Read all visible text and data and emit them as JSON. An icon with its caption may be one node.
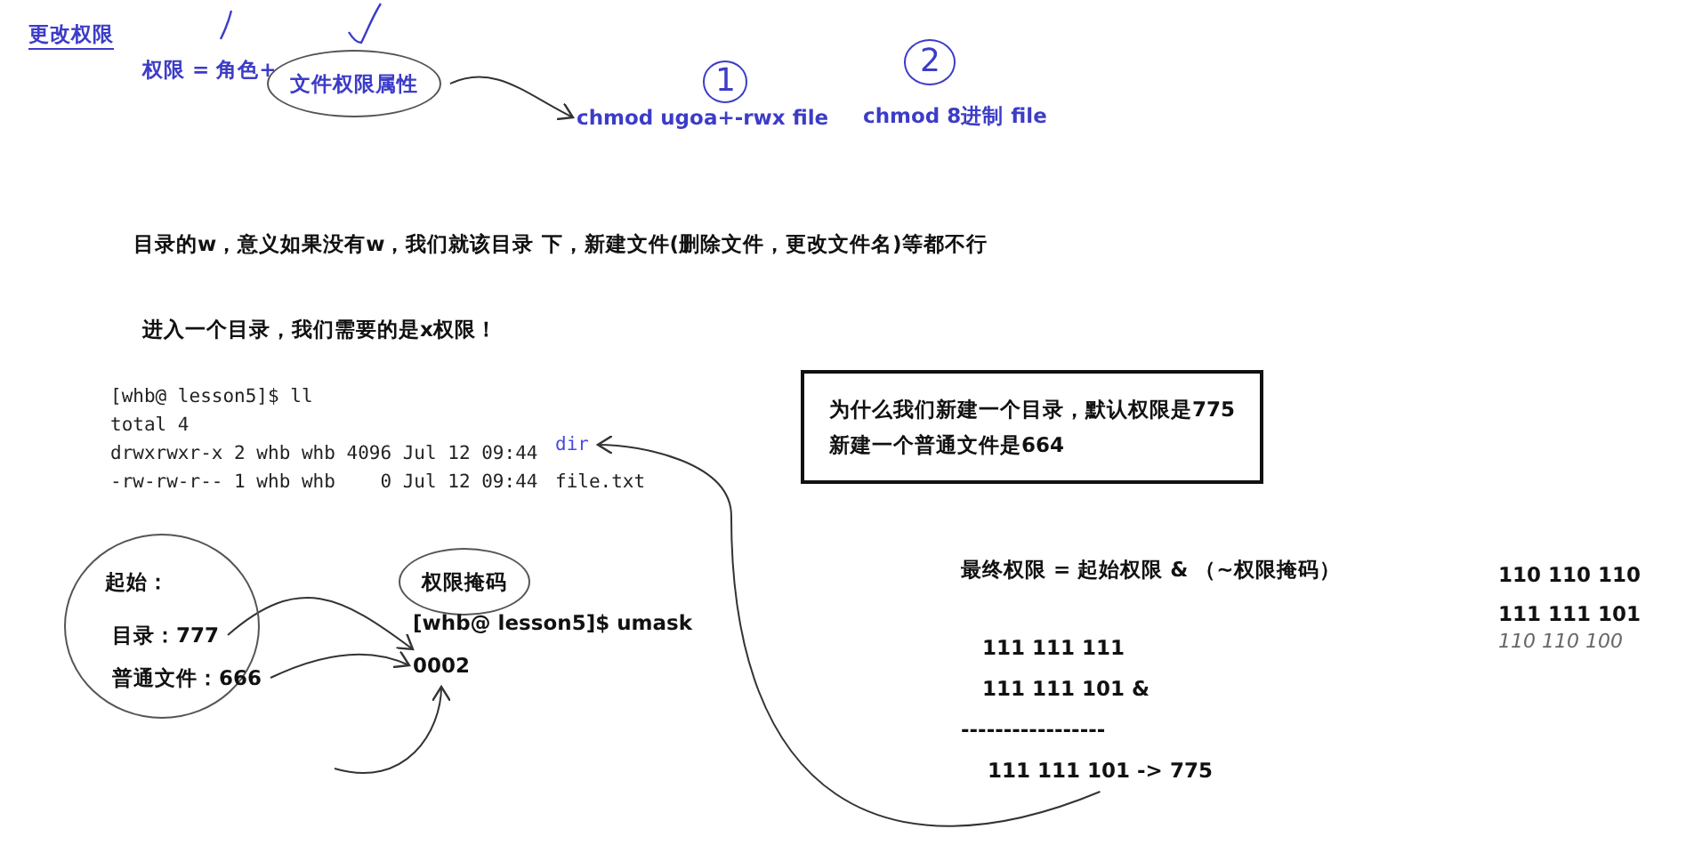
{
  "diagram": {
    "title": "更改权限",
    "nodes": [
      {
        "text": [
          "文件权限属性"
        ]
      },
      {
        "text": [
          "1"
        ]
      },
      {
        "text": [
          "2"
        ]
      },
      {
        "text": [
          "chmod ugoa+-rwx file"
        ]
      },
      {
        "text": [
          "为什么我们新建一个目录，默认权限是775",
          "新建一个普通文件是664"
        ]
      },
      {
        "text": [
          "dir"
        ]
      },
      {
        "text": [
          "起始："
        ]
      },
      {
        "text": [
          "目录：777"
        ],
        "in": 6
      },
      {
        "text": [
          "普通文件：666"
        ],
        "in": 6
      },
      {
        "text": [
          "权限掩码"
        ]
      },
      {
        "text": [
          "0002"
        ]
      },
      {
        "text": [
          "111 111 101 -> 775"
        ]
      }
    ],
    "edges": [
      {
        "from": 0,
        "to": 3,
        "arrow": "to"
      },
      {
        "from": 11,
        "to": 5,
        "arrow": "to"
      },
      {
        "from": 7,
        "to": 10,
        "arrow": "to"
      },
      {
        "from": 8,
        "to": 10,
        "arrow": "to"
      },
      {
        "from": null,
        "to": 10,
        "arrow": "to"
      }
    ],
    "labels": [
      "权限 = 角色+",
      "chmod 8进制  file",
      "目录的w，意义如果没有w，我们就该目录 下，新建文件(删除文件，更改文件名)等都不行",
      "进入一个目录，我们需要的是x权限！",
      "[whb@ lesson5]$ ll",
      "total 4",
      "drwxrwxr-x 2 whb whb 4096 Jul 12 09:44",
      "-rw-rw-r-- 1 whb whb    0 Jul 12 09:44",
      "file.txt",
      "最终权限 = 起始权限 & （~权限掩码）",
      "110 110 110",
      "111 111 101",
      "[whb@ lesson5]$ umask",
      "110 110 100",
      "111 111 111",
      "111 111 101 &",
      "-----------------"
    ]
  }
}
